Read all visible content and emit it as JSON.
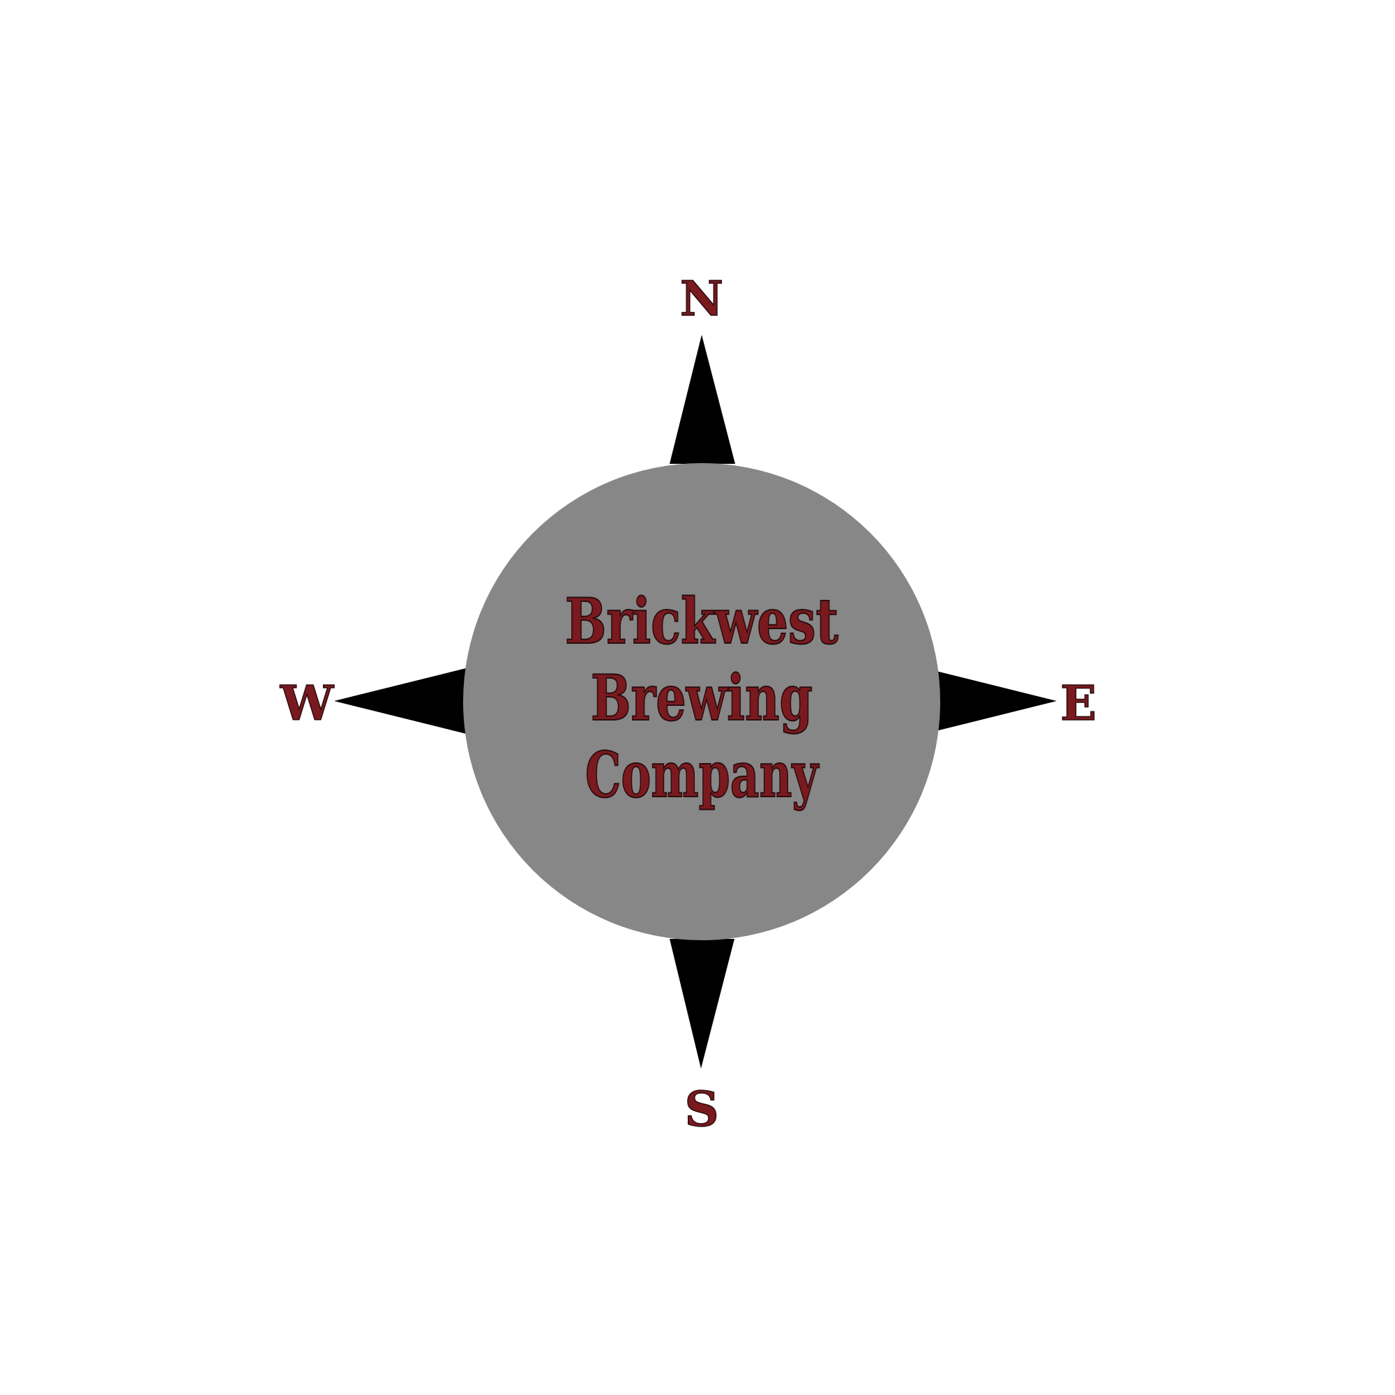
{
  "logo": {
    "name_lines": [
      "Brickwest",
      "Brewing",
      "Company"
    ]
  },
  "compass": {
    "north": "N",
    "east": "E",
    "south": "S",
    "west": "W"
  },
  "colors": {
    "background": "#ffffff",
    "disc": "#878787",
    "points": "#000000",
    "text": "#7a1a1f",
    "text_outline": "#2a0c0e"
  }
}
